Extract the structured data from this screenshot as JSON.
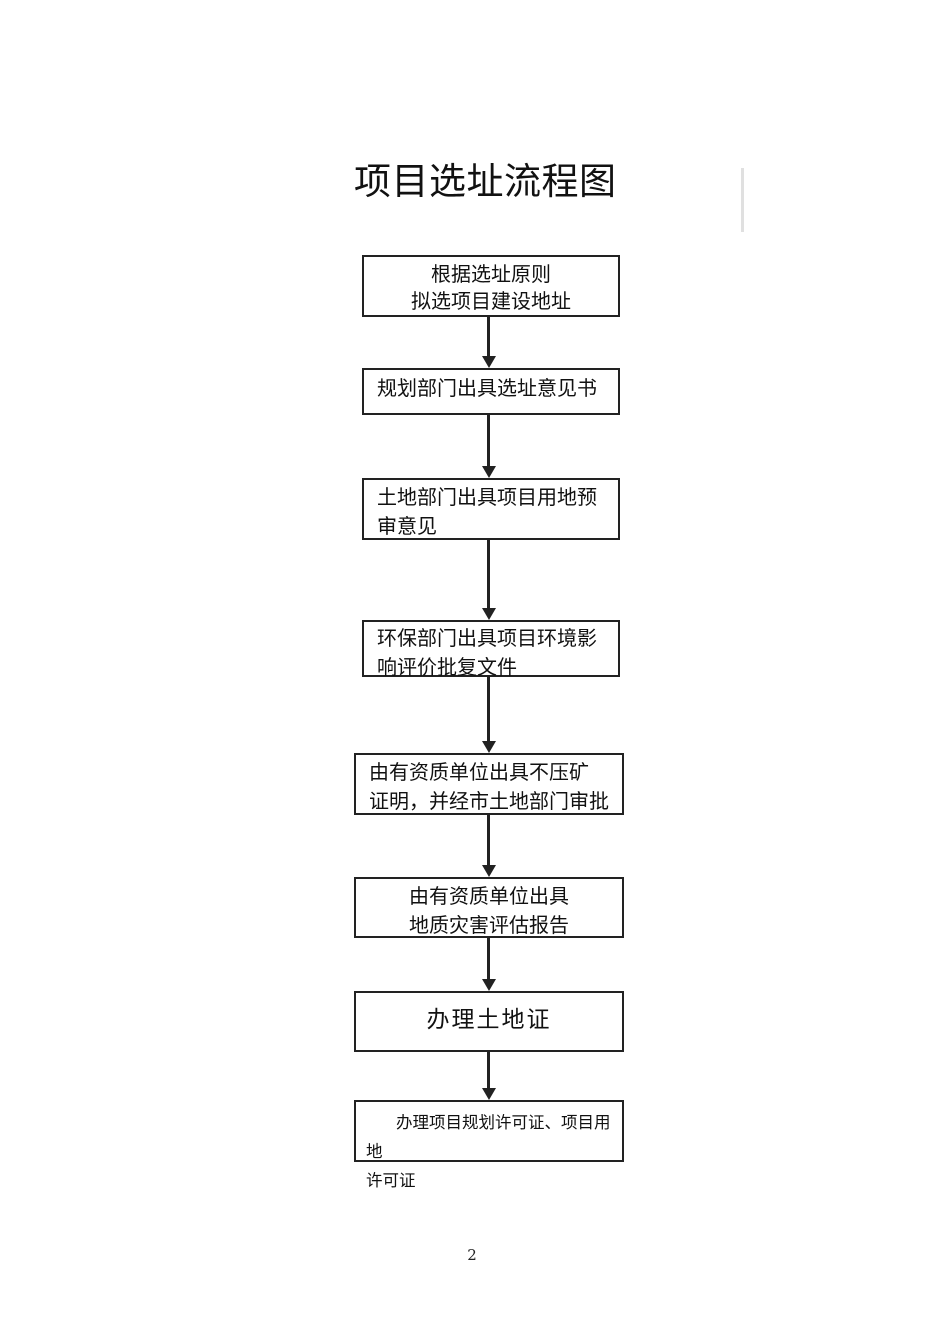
{
  "title": "项目选址流程图",
  "page": {
    "number": "2"
  },
  "colors": {
    "ink": "#222222",
    "background": "#ffffff",
    "artifact_line": "#e0e0e0"
  },
  "flowchart": {
    "steps": [
      {
        "text": "根据选址原则\n拟选项目建设地址"
      },
      {
        "text": "规划部门出具选址意见书"
      },
      {
        "text": "土地部门出具项目用地预\n审意见"
      },
      {
        "text": "环保部门出具项目环境影\n响评价批复文件"
      },
      {
        "text": "由有资质单位出具不压矿\n证明，并经市土地部门审批"
      },
      {
        "text": "由有资质单位出具\n地质灾害评估报告"
      },
      {
        "text": "办理土地证"
      },
      {
        "text": "办理项目规划许可证、项目用地\n许可证"
      }
    ]
  }
}
